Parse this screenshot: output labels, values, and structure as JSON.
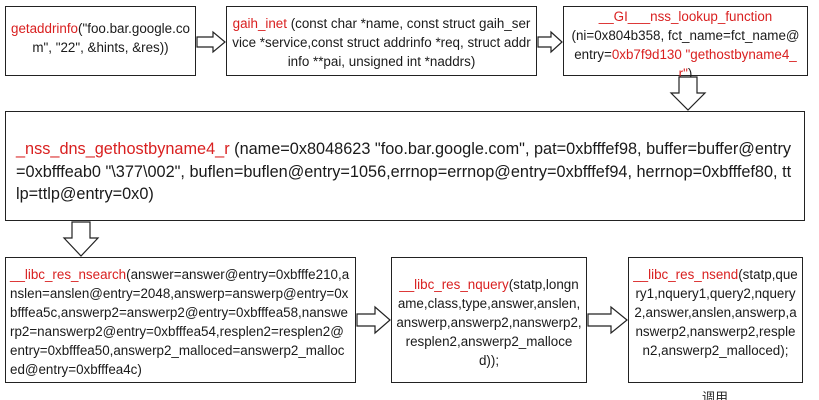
{
  "boxes": {
    "getaddrinfo": {
      "fn": "getaddrinfo",
      "rest": "(\"foo.bar.google.com\", \"22\", &hints, &res))"
    },
    "gaih_inet": {
      "fn": "gaih_inet",
      "rest": " (const char *name, const struct gaih_service *service,const struct addrinfo *req, struct addrinfo **pai, unsigned int *naddrs)"
    },
    "nss_lookup": {
      "fn": "__GI___nss_lookup_function",
      "rest1": "(ni=0x804b358, fct_name=fct_name@entry=",
      "fn2": "0xb7f9d130 \"gethostbyname4_r\"",
      "rest2": ")"
    },
    "nss_dns": {
      "fn": "_nss_dns_gethostbyname4_r",
      "rest": " (name=0x8048623 \"foo.bar.google.com\", pat=0xbfffef98, buffer=buffer@entry=0xbfffeab0 \"\\377\\002\", buflen=buflen@entry=1056,errnop=errnop@entry=0xbfffef94, herrnop=0xbfffef80, ttlp=ttlp@entry=0x0)"
    },
    "res_nsearch": {
      "fn": "__libc_res_nsearch",
      "rest": "(answer=answer@entry=0xbfffe210,anslen=anslen@entry=2048,answerp=answerp@entry=0xbfffea5c,answerp2=answerp2@entry=0xbfffea58,nanswerp2=nanswerp2@entry=0xbfffea54,resplen2=resplen2@entry=0xbfffea50,answerp2_malloced=answerp2_malloced@entry=0xbfffea4c)"
    },
    "res_nquery": {
      "fn": "__libc_res_nquery",
      "rest": "(statp,longname,class,type,answer,anslen,answerp,answerp2,nanswerp2,resplen2,answerp2_malloced));"
    },
    "res_nsend": {
      "fn": "__libc_res_nsend",
      "rest": "(statp,query1,nquery1,query2,nquery2,answer,anslen,answerp,answerp2,nanswerp2,resplen2,answerp2_malloced);"
    }
  },
  "footer_text": "调用",
  "colors": {
    "function_name": "#d92020",
    "text": "#1a1a1a",
    "border": "#222222"
  }
}
